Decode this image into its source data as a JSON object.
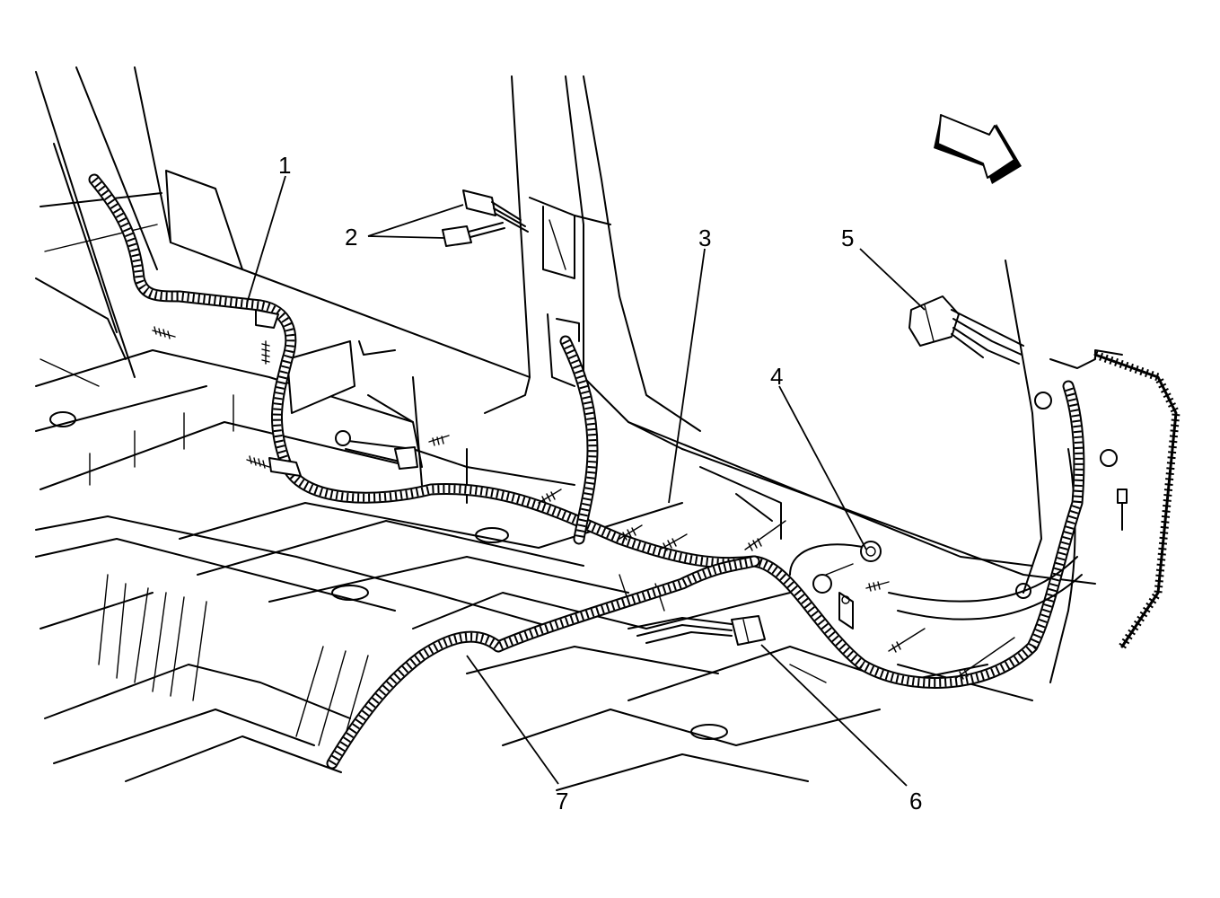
{
  "callouts": {
    "c1": "1",
    "c2": "2",
    "c3": "3",
    "c4": "4",
    "c5": "5",
    "c6": "6",
    "c7": "7"
  },
  "colors": {
    "line": "#000000",
    "background": "#ffffff"
  },
  "icons": {
    "direction": "forward-arrow-icon"
  }
}
